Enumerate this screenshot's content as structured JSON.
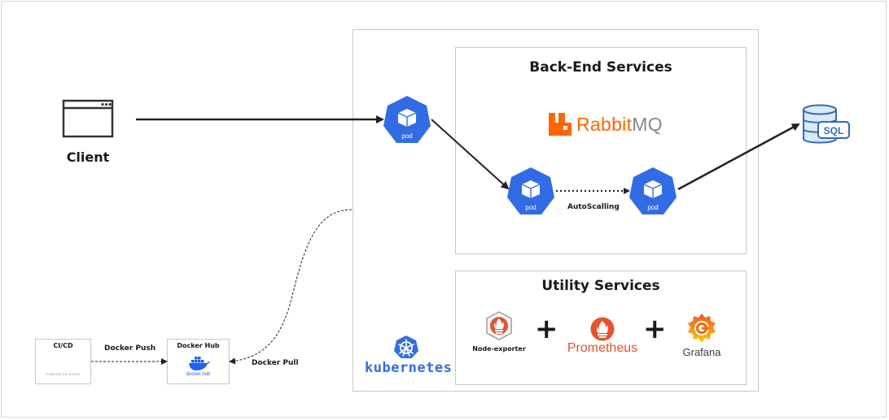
{
  "client": {
    "label": "Client"
  },
  "kubernetes": {
    "label": "kubernetes"
  },
  "backend": {
    "title": "Back-End Services",
    "rabbit_prefix": "Rabbit",
    "rabbit_suffix": "MQ"
  },
  "pods": [
    {
      "label": "pod"
    },
    {
      "label": "pod"
    },
    {
      "label": "pod"
    }
  ],
  "autoscale": {
    "label": "AutoScalling"
  },
  "database": {
    "label": "SQL"
  },
  "utility": {
    "title": "Utility Services",
    "node_exporter": "Node-exporter",
    "prometheus": "Prometheus",
    "grafana": "Grafana",
    "plus": "+"
  },
  "cicd": {
    "title": "CI/CD",
    "sublabel": "CIRCLE CI LOGO"
  },
  "dockerhub": {
    "title": "Docker Hub",
    "sublabel": "docker hub"
  },
  "edges": {
    "push": "Docker Push",
    "pull": "Docker Pull"
  },
  "colors": {
    "k8s_blue": "#326ce5",
    "rabbit_orange": "#ff6600",
    "prometheus_orange": "#e6522c",
    "grafana_orange": "#f46800",
    "docker_blue": "#1d63ed",
    "sql_blue": "#2f6db5"
  }
}
